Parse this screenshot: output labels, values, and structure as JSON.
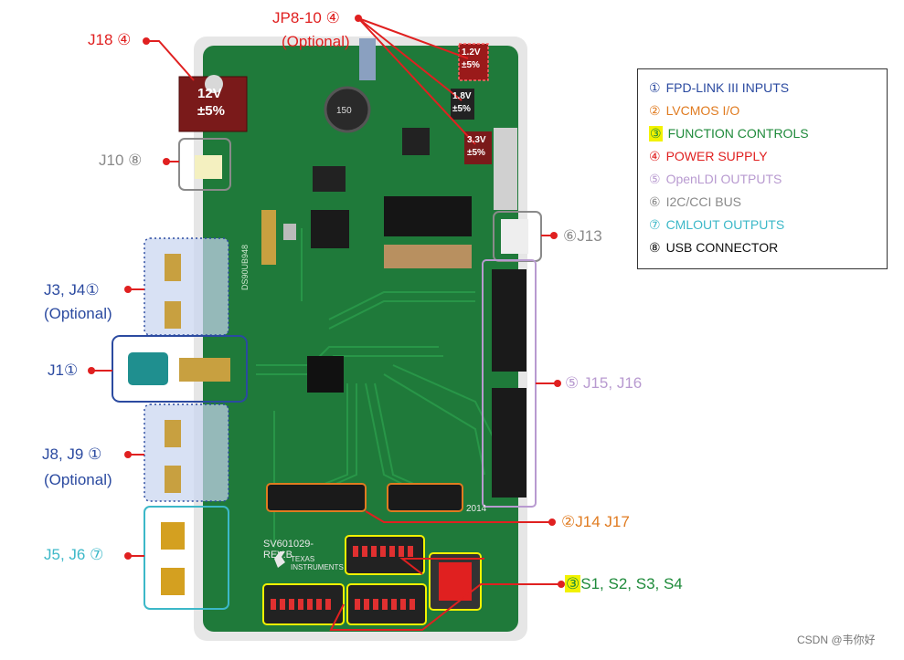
{
  "board": {
    "silkscreen_part": "SV601029-",
    "silkscreen_rev": "REV.B",
    "brand": "TEXAS INSTRUMENTS",
    "year": "2014",
    "side_label": "DS90UB948"
  },
  "power_labels": {
    "j18_voltage": "12V",
    "j18_tol": "±5%",
    "v12": "1.2V",
    "v12_tol": "±5%",
    "v18": "1.8V",
    "v18_tol": "±5%",
    "v33": "3.3V",
    "v33_tol": "±5%"
  },
  "callouts": {
    "j18": "J18 ④",
    "jp8": "JP8-10 ④",
    "jp8_opt": "(Optional)",
    "j10": "J10 ⑧",
    "j34": "J3, J4①",
    "j34_opt": "(Optional)",
    "j1": "J1①",
    "j89": "J8, J9 ①",
    "j89_opt": "(Optional)",
    "j56": "J5, J6 ⑦",
    "j13": "⑥J13",
    "j1516": "⑤ J15, J16",
    "j1417": "②J14 J17",
    "s_mark": "③",
    "s_text": "S1, S2, S3, S4"
  },
  "legend": [
    {
      "mark": "①",
      "text": "FPD-LINK III INPUTS",
      "color": "#2b4aa0"
    },
    {
      "mark": "②",
      "text": "LVCMOS I/O",
      "color": "#e07b20"
    },
    {
      "mark": "③",
      "text": "FUNCTION CONTROLS",
      "color": "#1e8a3a",
      "highlight": true
    },
    {
      "mark": "④",
      "text": "POWER SUPPLY",
      "color": "#e02020"
    },
    {
      "mark": "⑤",
      "text": "OpenLDI OUTPUTS",
      "color": "#b89ad0"
    },
    {
      "mark": "⑥",
      "text": "I2C/CCI BUS",
      "color": "#8a8a8a"
    },
    {
      "mark": "⑦",
      "text": "CMLOUT OUTPUTS",
      "color": "#3cb8c8"
    },
    {
      "mark": "⑧",
      "text": "USB CONNECTOR",
      "color": "#111111"
    }
  ],
  "watermark": "CSDN @韦你好",
  "colors": {
    "pcb": "#1f7a3a",
    "fpd_blue": "#2b4aa0",
    "lvcmos_orange": "#e07b20",
    "func_green": "#1e8a3a",
    "power_red": "#e02020",
    "openldi_purple": "#b89ad0",
    "i2c_gray": "#8a8a8a",
    "cml_cyan": "#3cb8c8"
  }
}
